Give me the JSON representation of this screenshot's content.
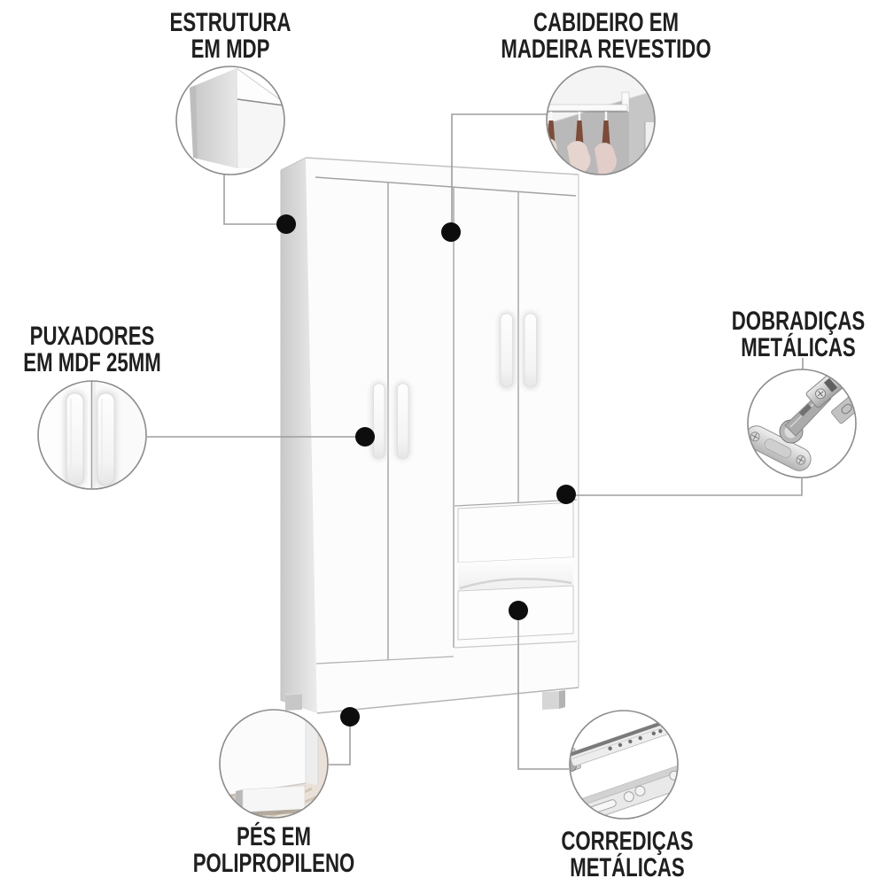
{
  "callouts": {
    "estrutura": {
      "line1": "ESTRUTURA",
      "line2": "EM MDP",
      "icon": "cabinet-corner"
    },
    "cabideiro": {
      "line1": "CABIDEIRO EM",
      "line2": "MADEIRA REVESTIDO",
      "icon": "clothes-rail-with-hangers"
    },
    "puxadores": {
      "line1": "PUXADORES",
      "line2": "EM MDF 25MM",
      "icon": "door-handles"
    },
    "dobradicas": {
      "line1": "DOBRADIÇAS",
      "line2": "METÁLICAS",
      "icon": "metal-hinge"
    },
    "pes": {
      "line1": "PÉS EM",
      "line2": "POLIPROPILENO",
      "icon": "plastic-foot"
    },
    "corredicas": {
      "line1": "CORREDIÇAS",
      "line2": "METÁLICAS",
      "icon": "metal-drawer-slides"
    }
  },
  "colors": {
    "text": "#1f1f1f",
    "dot": "#0d0d0d",
    "connector": "#9e9e9e",
    "circle-stroke": "#8c8c8c",
    "furniture-line": "#a8a8a8",
    "furniture-white": "#fcfcfc",
    "side-panel": "#d6d6d6"
  }
}
